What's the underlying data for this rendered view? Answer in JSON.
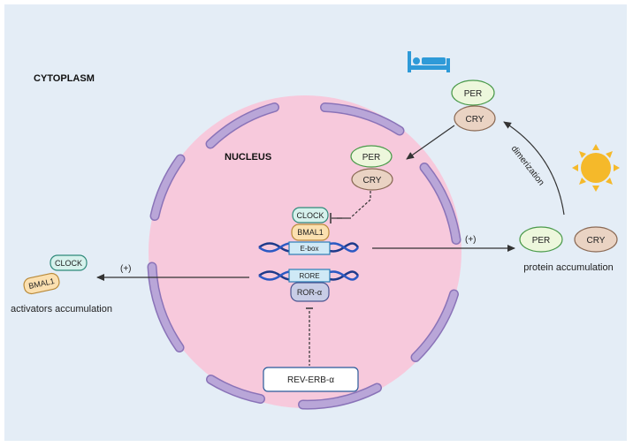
{
  "labels": {
    "cytoplasm": "CYTOPLASM",
    "nucleus": "NUCLEUS",
    "dimerization": "dimerization",
    "protein_accumulation": "protein accumulation",
    "activators_accumulation": "activators accumulation",
    "plus_left": "(+)",
    "plus_right": "(+)"
  },
  "proteins": {
    "per": "PER",
    "cry": "CRY",
    "clock": "CLOCK",
    "bmal1": "BMAL1",
    "ror_alpha": "ROR-α",
    "rev_erb_alpha": "REV-ERB-α"
  },
  "dna_elements": {
    "ebox": "E-box",
    "rore": "RORE"
  },
  "icons": {
    "sleep": "bed-icon",
    "day": "sun-icon"
  },
  "colors": {
    "background": "#e4edf6",
    "nucleus_fill": "#f7c9dc",
    "membrane_fill": "#b9a6d8",
    "membrane_stroke": "#8a73b8",
    "per_fill": "#edf7dc",
    "per_stroke": "#4a9a4a",
    "cry_fill": "#ead3c3",
    "cry_stroke": "#8a6a55",
    "clock_fill": "#d6f1ec",
    "clock_stroke": "#2f8a7a",
    "bmal1_fill": "#fbe0b0",
    "bmal1_stroke": "#b98a3a",
    "ror_fill": "#c8cde6",
    "ror_stroke": "#4a5590",
    "dna": "#1e3a8a",
    "box_fill": "#cfe9f6",
    "box_stroke": "#2a7fb8",
    "rev_stroke": "#2a5a9a",
    "sun": "#f5b92a",
    "bed": "#2e9ad8",
    "arrow": "#333333"
  }
}
